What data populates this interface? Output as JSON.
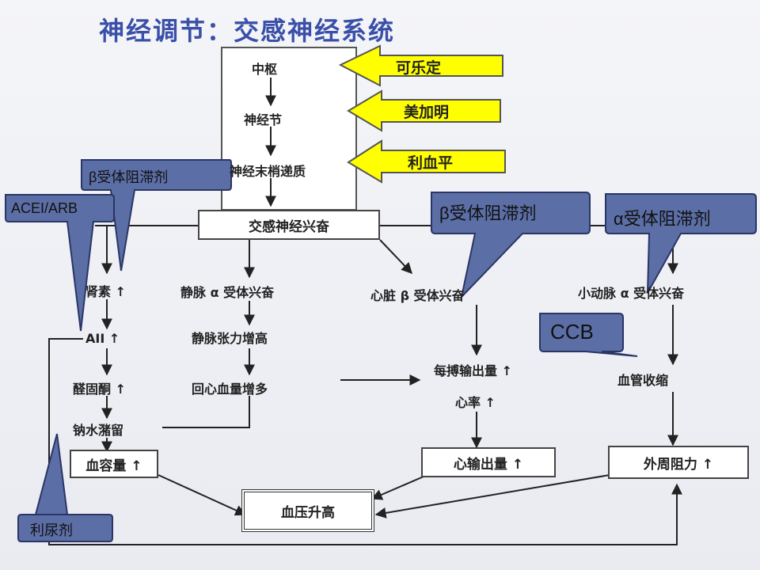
{
  "title": "神经调节：交感神经系统",
  "central_column": {
    "center": "中枢",
    "ganglion": "神经节",
    "nerve_ending": "神经末梢递质",
    "sympathetic_excitation": "交感神经兴奋"
  },
  "drug_arrows": {
    "clonidine": "可乐定",
    "mecamylamine": "美加明",
    "reserpine": "利血平"
  },
  "left_chain": {
    "renin": "肾素 ↑",
    "angiotensin": "AII ↑",
    "aldosterone": "醛固酮 ↑",
    "retention": "钠水潴留",
    "blood_volume": "血容量 ↑"
  },
  "middle_chain": {
    "venous_alpha": "静脉 α 受体兴奋",
    "venous_tone": "静脉张力增高",
    "return_increase": "回心血量增多"
  },
  "cardiac_chain": {
    "cardiac_beta": "心脏 β 受体兴奋",
    "stroke_output": "每搏输出量 ↑",
    "heart_rate": "心率 ↑",
    "cardiac_output": "心输出量 ↑"
  },
  "arterial_chain": {
    "arterial_alpha": "小动脉 α 受体兴奋",
    "vasoconstriction": "血管收缩",
    "peripheral_resistance": "外周阻力 ↑"
  },
  "result": "血压升高",
  "callouts": {
    "beta_blocker_left": "β受体阻滞剂",
    "acei_arb": "ACEI/ARB",
    "beta_blocker_right": "β受体阻滞剂",
    "alpha_blocker": "α受体阻滞剂",
    "ccb": "CCB",
    "diuretic": "利尿剂"
  },
  "colors": {
    "callout_fill": "#5b6ea6",
    "callout_stroke": "#2b3566",
    "arrow_fill": "#ffff00",
    "arrow_stroke": "#555555",
    "title": "#3a4fa8"
  }
}
